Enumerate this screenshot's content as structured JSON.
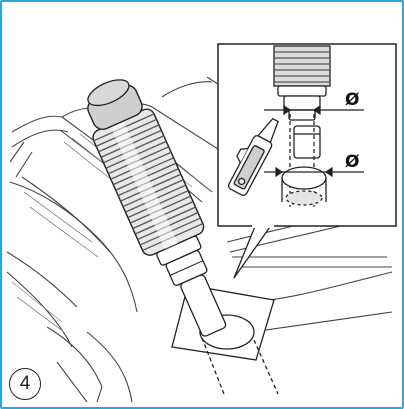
{
  "step": {
    "number": "4"
  },
  "detail": {
    "upper_diameter_label": "Ø",
    "lower_diameter_label": "Ø"
  },
  "icons": {
    "step_badge": "circled-number",
    "cutter": "utility-knife-icon",
    "diameter_arrows": "dimension-arrow-icon"
  },
  "colors": {
    "frame_border": "#2aa8dc",
    "line": "#222222",
    "shading": "#9a9a9a",
    "background": "#ffffff"
  }
}
